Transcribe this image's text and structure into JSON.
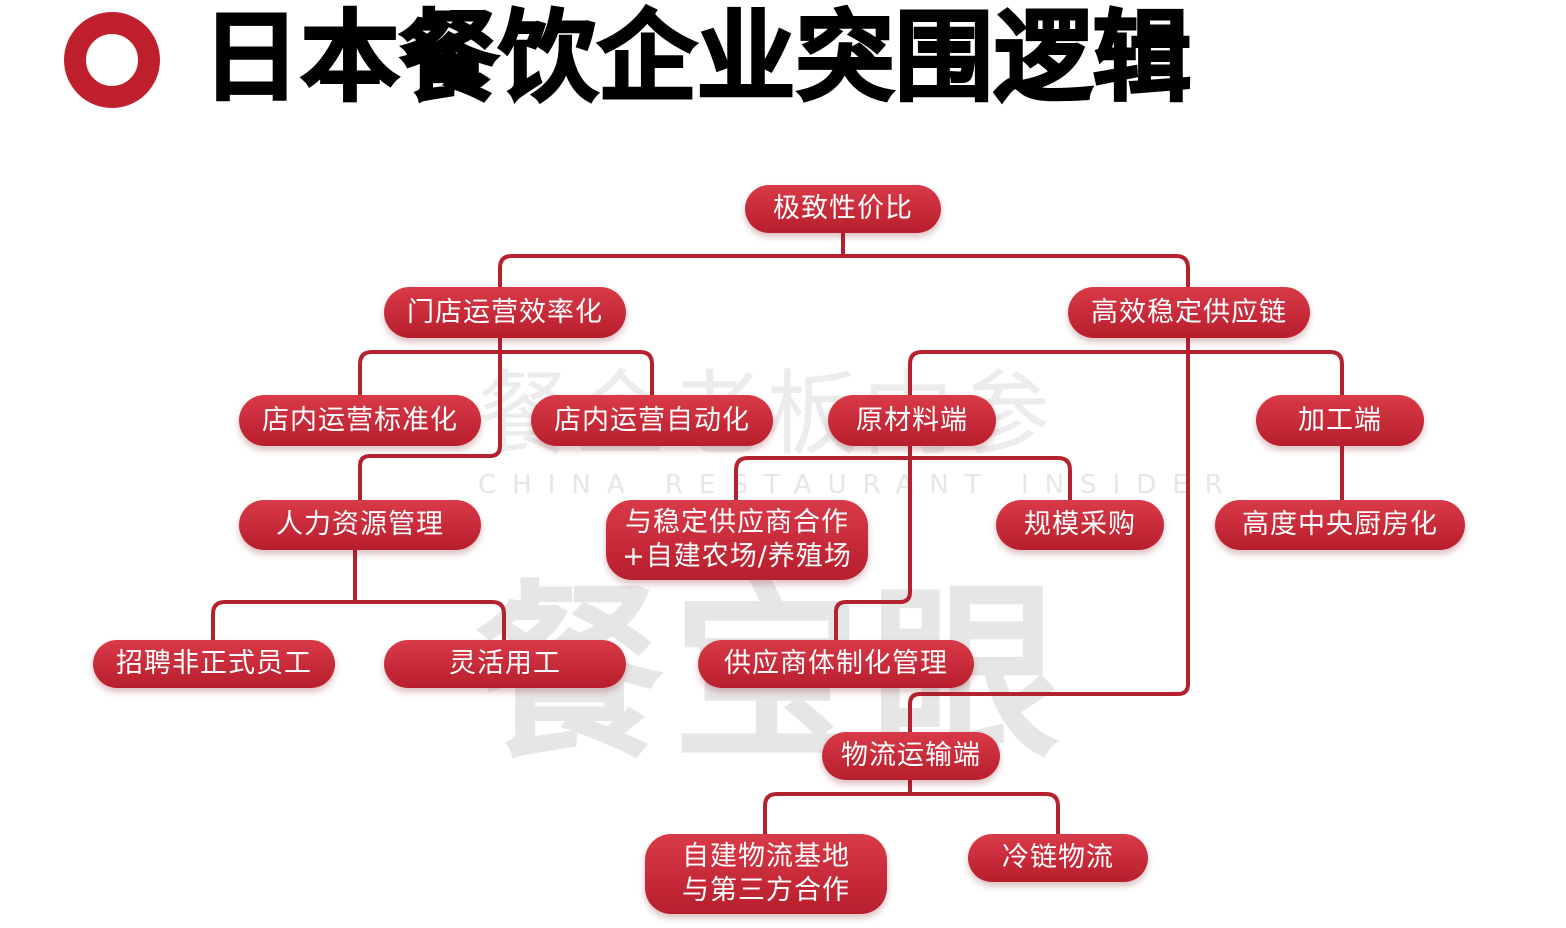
{
  "title": "日本餐饮企业突围逻辑",
  "watermark": {
    "line1": "餐企老板内参",
    "line2": "CHINA RESTAURANT INSIDER",
    "line3": "餐宝眼"
  },
  "colors": {
    "accent": "#c0202e",
    "connector": "#b5222f",
    "node_text": "#ffffff",
    "title": "#000000"
  },
  "nodes": {
    "root": "极致性价比",
    "store_ops": "门店运营效率化",
    "supply_chain": "高效稳定供应链",
    "standardize": "店内运营标准化",
    "automate": "店内运营自动化",
    "raw_material": "原材料端",
    "processing": "加工端",
    "hr": "人力资源管理",
    "stable_supplier": "与稳定供应商合作\n+自建农场/养殖场",
    "bulk_purchase": "规模采购",
    "central_kitchen": "高度中央厨房化",
    "informal_hire": "招聘非正式员工",
    "flex_work": "灵活用工",
    "supplier_system": "供应商体制化管理",
    "logistics": "物流运输端",
    "own_logistics": "自建物流基地\n与第三方合作",
    "cold_chain": "冷链物流"
  }
}
